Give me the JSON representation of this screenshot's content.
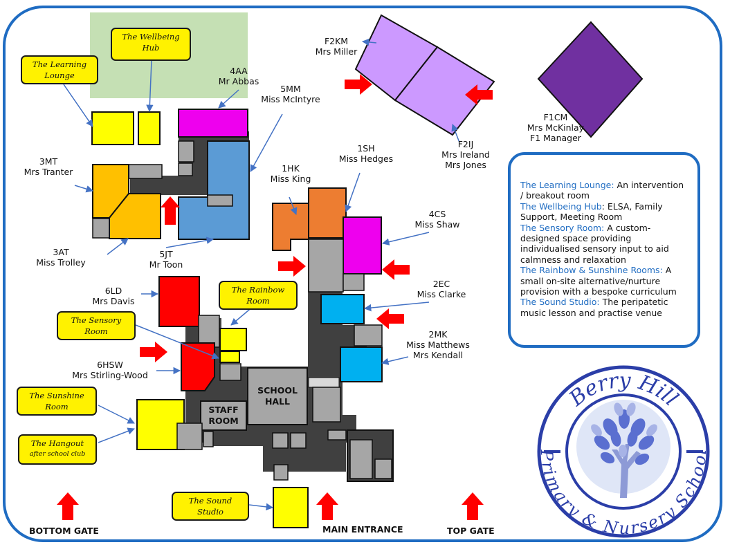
{
  "rooms": {
    "f2km": {
      "code": "F2KM",
      "teacher": "Mrs Miller"
    },
    "f2ij": {
      "code": "F2IJ",
      "teacher": "Mrs Ireland",
      "teacher2": "Mrs Jones"
    },
    "f1cm": {
      "code": "F1CM",
      "teacher": "Mrs McKinlay",
      "role": "F1 Manager"
    },
    "r4aa": {
      "code": "4AA",
      "teacher": "Mr Abbas"
    },
    "r5mm": {
      "code": "5MM",
      "teacher": "Miss McIntyre"
    },
    "r3mt": {
      "code": "3MT",
      "teacher": "Mrs Tranter"
    },
    "r3at": {
      "code": "3AT",
      "teacher": "Miss Trolley"
    },
    "r5jt": {
      "code": "5JT",
      "teacher": "Mr Toon"
    },
    "r1sh": {
      "code": "1SH",
      "teacher": "Miss Hedges"
    },
    "r1hk": {
      "code": "1HK",
      "teacher": "Miss King"
    },
    "r4cs": {
      "code": "4CS",
      "teacher": "Miss Shaw"
    },
    "r2ec": {
      "code": "2EC",
      "teacher": "Miss Clarke"
    },
    "r2mk": {
      "code": "2MK",
      "teacher": "Miss Matthews",
      "teacher2": "Mrs Kendall"
    },
    "r6ld": {
      "code": "6LD",
      "teacher": "Mrs Davis"
    },
    "r6hsw": {
      "code": "6HSW",
      "teacher": "Mrs Stirling-Wood"
    }
  },
  "tags": {
    "learning_lounge": {
      "line1": "The Learning",
      "line2": "Lounge"
    },
    "wellbeing_hub": {
      "line1": "The Wellbeing",
      "line2": "Hub"
    },
    "rainbow_room": {
      "line1": "The Rainbow",
      "line2": "Room"
    },
    "sensory_room": {
      "line1": "The Sensory",
      "line2": "Room"
    },
    "sunshine_room": {
      "line1": "The Sunshine",
      "line2": "Room"
    },
    "hangout": {
      "line1": "The Hangout",
      "line2": "after school club"
    },
    "sound_studio": {
      "line1": "The Sound",
      "line2": "Studio"
    }
  },
  "halls": {
    "school_hall_1": "SCHOOL",
    "school_hall_2": "HALL",
    "staff_room_1": "STAFF",
    "staff_room_2": "ROOM"
  },
  "gates": {
    "bottom": "BOTTOM GATE",
    "main": "MAIN ENTRANCE",
    "top": "TOP GATE"
  },
  "legend": [
    {
      "term": "The Learning Lounge:",
      "desc": " An intervention / breakout room"
    },
    {
      "term": "The Wellbeing Hub",
      "desc": ": ELSA, Family Support, Meeting Room"
    },
    {
      "term": "The Sensory Room:",
      "desc": " A custom-designed space providing individualised sensory input to aid calmness and relaxation"
    },
    {
      "term": "The Rainbow & Sunshine Rooms:",
      "desc": " A small on-site alternative/nurture provision with a bespoke curriculum"
    },
    {
      "term": "The Sound Studio:",
      "desc": " The peripatetic music lesson and practise venue"
    }
  ],
  "logo": {
    "top_text": "Berry Hill",
    "bottom_text": "Primary & Nursery School",
    "brand_color": "#2b3ea8"
  },
  "colors": {
    "classroom_magenta": "#ee00ee",
    "classroom_blue": "#5b9bd5",
    "classroom_orange": "#ffc000",
    "classroom_red": "#ff0000",
    "classroom_cyan": "#00b0f0",
    "classroom_lilac": "#cc99ff",
    "classroom_purple": "#7030a0",
    "tag_yellow": "#fff200",
    "arrow_red": "#ff0000",
    "frame_blue": "#1f6cc2"
  }
}
